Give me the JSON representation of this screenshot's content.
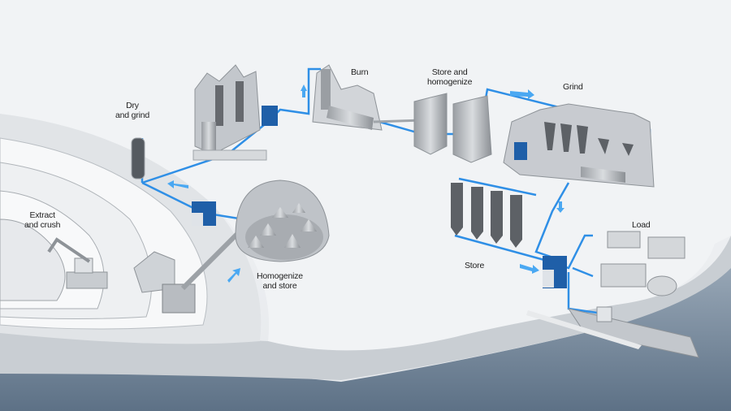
{
  "title": "Cement production process",
  "colors": {
    "pipe": "#2f8fe6",
    "control_cabinet": "#1f5fa8",
    "water": "#6e8296",
    "land": "#ffffff"
  },
  "stages": [
    {
      "id": "extract",
      "line1": "Extract",
      "line2": "and crush"
    },
    {
      "id": "dry",
      "line1": "Dry",
      "line2": "and grind"
    },
    {
      "id": "burn",
      "line1": "Burn",
      "line2": ""
    },
    {
      "id": "store-homogenize",
      "line1": "Store and",
      "line2": "homogenize"
    },
    {
      "id": "grind",
      "line1": "Grind",
      "line2": ""
    },
    {
      "id": "homogenize-store",
      "line1": "Homogenize",
      "line2": "and store"
    },
    {
      "id": "store",
      "line1": "Store",
      "line2": ""
    },
    {
      "id": "load",
      "line1": "Load",
      "line2": ""
    }
  ]
}
